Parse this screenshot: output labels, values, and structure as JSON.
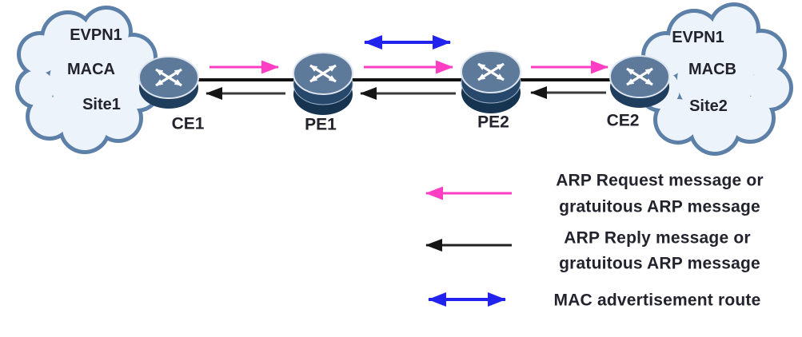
{
  "diagram": {
    "title_semantic": "EVPN ARP and MAC advertisement topology",
    "sites": [
      {
        "name": "site1-cloud",
        "lines": [
          "EVPN1",
          "MACA",
          "Site1"
        ]
      },
      {
        "name": "site2-cloud",
        "lines": [
          "EVPN1",
          "MACB",
          "Site2"
        ]
      }
    ],
    "nodes": [
      {
        "label": "CE1",
        "icon": "router-icon"
      },
      {
        "label": "PE1",
        "icon": "router-icon"
      },
      {
        "label": "PE2",
        "icon": "router-icon"
      },
      {
        "label": "CE2",
        "icon": "router-icon"
      }
    ],
    "links": [
      {
        "name": "physical-link",
        "from": "CE1",
        "to": "CE2"
      }
    ]
  },
  "legend": {
    "rows": [
      {
        "icon": "arp-request-arrow",
        "lines": [
          "ARP Request message or",
          "gratuitous ARP message"
        ]
      },
      {
        "icon": "arp-reply-arrow",
        "lines": [
          "ARP Reply message or",
          "gratuitous ARP message"
        ]
      },
      {
        "icon": "mac-advertisement-arrow",
        "lines": [
          "MAC advertisement route"
        ]
      }
    ]
  },
  "colors": {
    "arp_request_pink": "#ff3ec4",
    "arp_reply_black": "#1a1a1a",
    "mac_route_blue": "#2323ef",
    "link_black": "#121212",
    "cloud_fill": "#edf3fa",
    "cloud_edge": "#5d80a8",
    "router_top": "#5e7a9b",
    "router_body": "#27486b",
    "label_text": "#23232e"
  }
}
